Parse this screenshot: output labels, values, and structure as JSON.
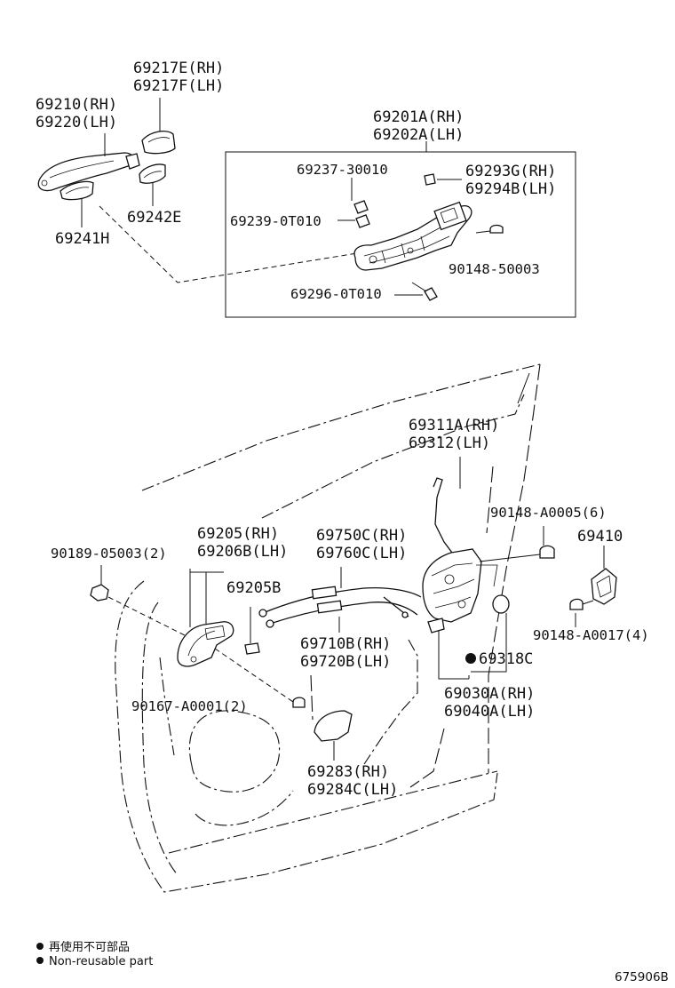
{
  "labels": {
    "p69217": [
      "69217E(RH)",
      "69217F(LH)"
    ],
    "p69210": [
      "69210(RH)",
      "69220(LH)"
    ],
    "p69242": "69242E",
    "p69241": "69241H",
    "p69201": [
      "69201A(RH)",
      "69202A(LH)"
    ],
    "p69237": "69237-30010",
    "p69293": [
      "69293G(RH)",
      "69294B(LH)"
    ],
    "p69239": "69239-0T010",
    "p9014850003": "90148-50003",
    "p69296": "69296-0T010",
    "p69311": [
      "69311A(RH)",
      "69312(LH)"
    ],
    "p9014800005": "90148-A0005(6)",
    "p69410": "69410",
    "p9018905003": "90189-05003(2)",
    "p69205": [
      "69205(RH)",
      "69206B(LH)"
    ],
    "p69750": [
      "69750C(RH)",
      "69760C(LH)"
    ],
    "p69205B": "69205B",
    "p69710": [
      "69710B(RH)",
      "69720B(LH)"
    ],
    "p69318": "69318C",
    "p9014800017": "90148-A0017(4)",
    "p9016700001": "90167-A0001(2)",
    "p69030": [
      "69030A(RH)",
      "69040A(LH)"
    ],
    "p69283": [
      "69283(RH)",
      "69284C(LH)"
    ]
  },
  "legend": {
    "line1": "再使用不可部品",
    "line2": "Non-reusable part"
  },
  "reference": "675906B"
}
